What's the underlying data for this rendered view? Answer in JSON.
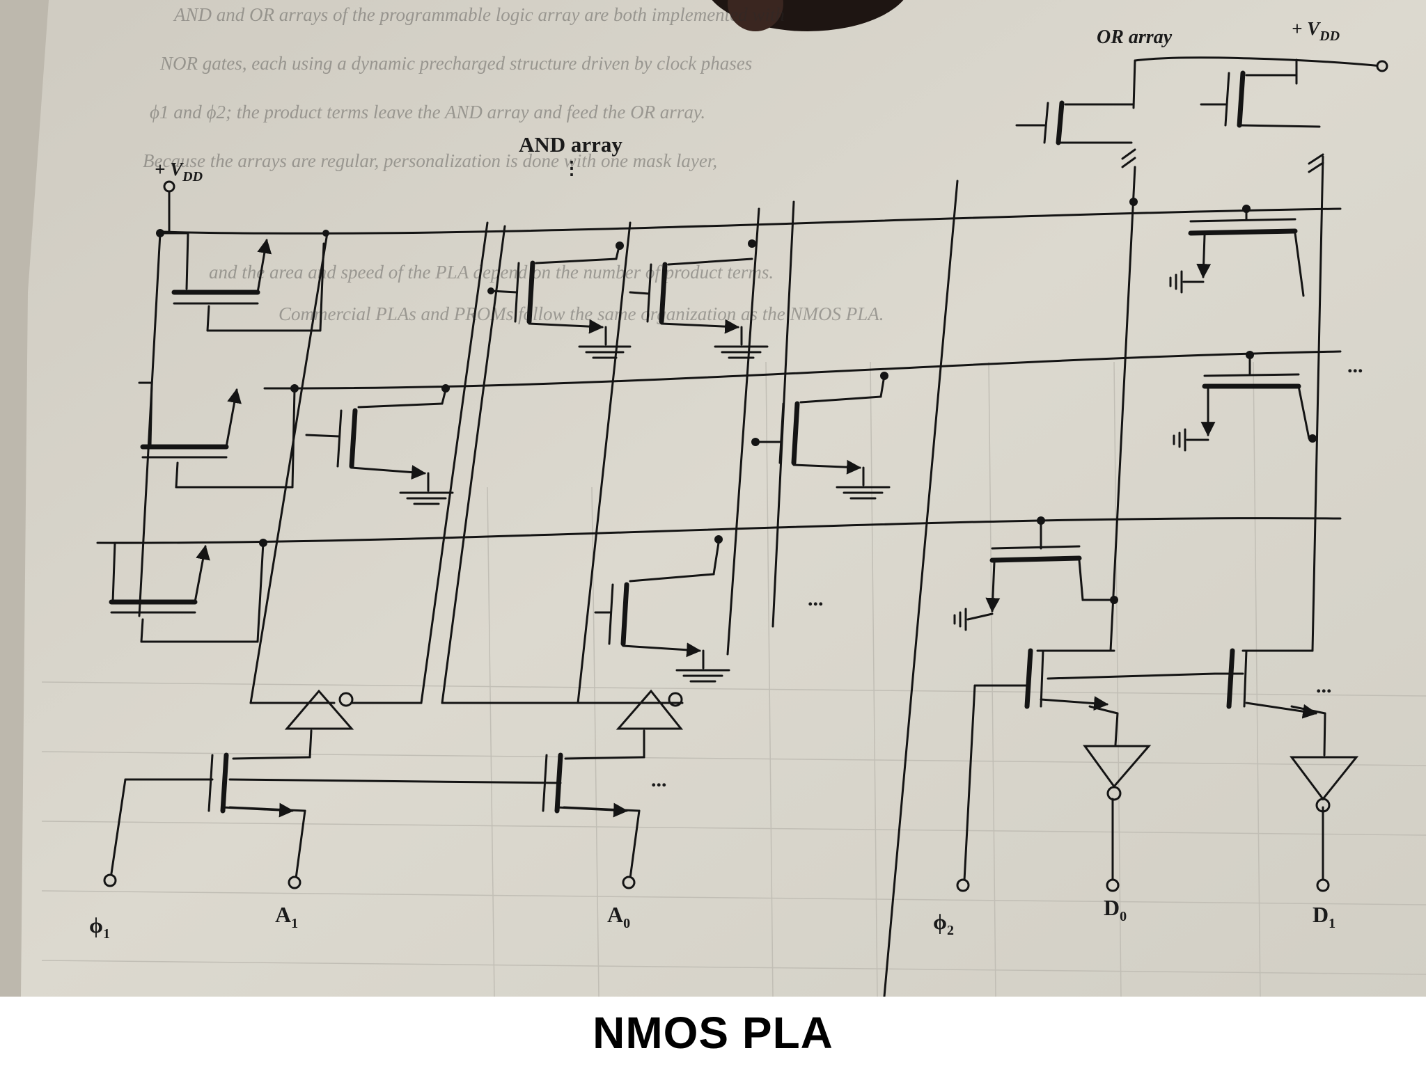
{
  "caption": "NMOS PLA",
  "diagram": {
    "labels": {
      "and_array": "AND array",
      "or_array": "OR array",
      "vdd_left": "+ V",
      "vdd_left_sub": "DD",
      "vdd_right": "+ V",
      "vdd_right_sub": "DD",
      "phi1": "ϕ",
      "phi1_sub": "1",
      "a1": "A",
      "a1_sub": "1",
      "a0": "A",
      "a0_sub": "0",
      "phi2": "ϕ",
      "phi2_sub": "2",
      "d0": "D",
      "d0_sub": "0",
      "d1": "D",
      "d1_sub": "1",
      "ellipsis_and": "...",
      "ellipsis_clock": "...",
      "ellipsis_or_row": "...",
      "ellipsis_or_out": "..."
    },
    "page_text": [
      "AND and OR arrays of the programmable logic array are both implemented with",
      "NOR gates, each using a dynamic precharged structure driven by clock phases",
      "ϕ1 and ϕ2; the product terms leave the AND array and feed the OR array.",
      "Because the arrays are regular, personalization is done with one mask layer,",
      "and the area and speed of the PLA depend on the number of product terms.",
      "Commercial PLAs and PROMs follow the same organization as the NMOS PLA."
    ],
    "colors": {
      "paper": "#d9d6cc",
      "ink": "#141414",
      "grid": "#b9b6ad"
    }
  }
}
